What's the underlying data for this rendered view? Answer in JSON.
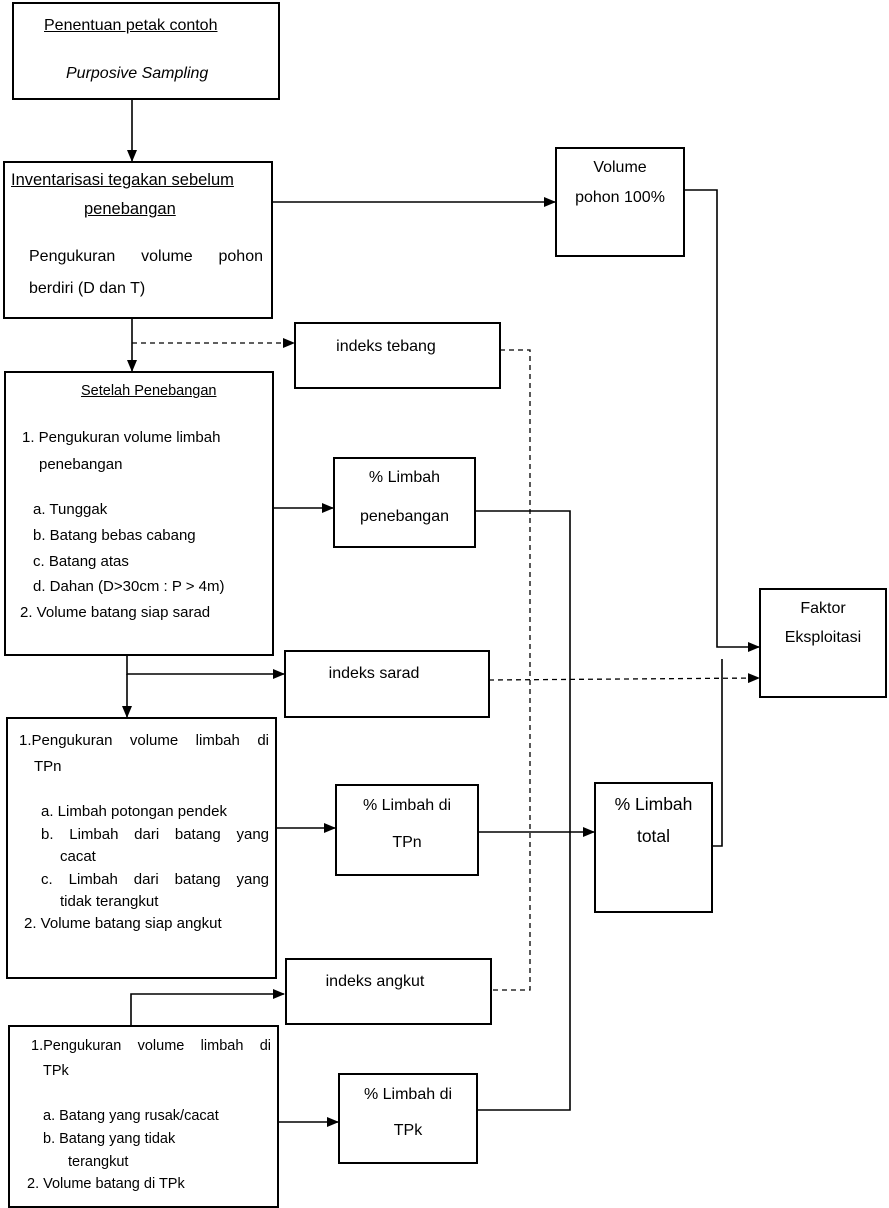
{
  "box1": {
    "title": "Penentuan petak contoh",
    "subtitle": "Purposive Sampling"
  },
  "box2": {
    "title_line1": "Inventarisasi tegakan sebelum",
    "title_line2": "penebangan",
    "body_line1": "Pengukuran volume pohon",
    "body_line2": "berdiri (D dan T)"
  },
  "volume": {
    "line1": "Volume",
    "line2": "pohon 100%"
  },
  "indeks_tebang": "indeks tebang",
  "box3": {
    "title": "Setelah Penebangan",
    "item1_line1": "1. Pengukuran volume limbah",
    "item1_line2": "penebangan",
    "a": "a. Tunggak",
    "b": "b. Batang bebas cabang",
    "c": "c. Batang atas",
    "d": "d. Dahan (D>30cm : P > 4m)",
    "item2": "2. Volume batang siap sarad"
  },
  "limbah_penebangan": {
    "line1": "% Limbah",
    "line2": "penebangan"
  },
  "faktor": {
    "line1": "Faktor",
    "line2": "Eksploitasi"
  },
  "indeks_sarad": "indeks sarad",
  "box4": {
    "item1_line1": "1.Pengukuran volume limbah di",
    "item1_line2": "TPn",
    "a": "a.  Limbah potongan pendek",
    "b_line1": "b.  Limbah  dari  batang  yang",
    "b_line2": "cacat",
    "c_line1": "c.  Limbah  dari  batang  yang",
    "c_line2": "tidak terangkut",
    "item2": "2. Volume batang siap angkut"
  },
  "limbah_tpn": {
    "line1": "% Limbah di",
    "line2": "TPn"
  },
  "limbah_total": {
    "line1": "% Limbah",
    "line2": "total"
  },
  "indeks_angkut": "indeks angkut",
  "box5": {
    "item1_line1": "1.Pengukuran volume limbah di",
    "item1_line2": "TPk",
    "a": "a.  Batang yang rusak/cacat",
    "b_line1": "b.  Batang yang tidak",
    "b_line2": "terangkut",
    "item2": "2. Volume batang di TPk"
  },
  "limbah_tpk": {
    "line1": "% Limbah di",
    "line2": "TPk"
  }
}
